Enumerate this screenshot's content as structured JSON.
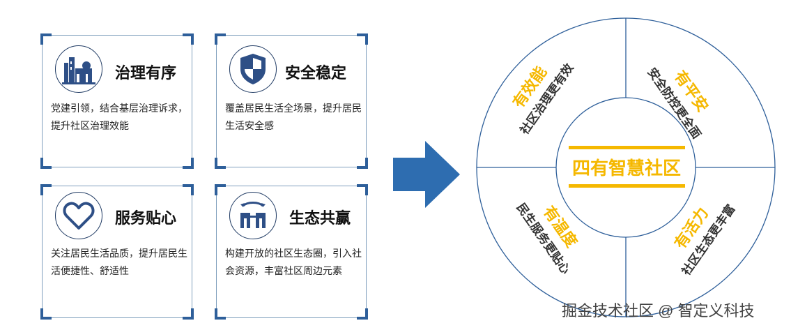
{
  "cards": [
    {
      "title": "治理有序",
      "desc": "党建引领，结合基层治理诉求，提升社区治理效能",
      "icon": "buildings-icon"
    },
    {
      "title": "安全稳定",
      "desc": "覆盖居民生活全场景，提升居民生活安全感",
      "icon": "shield-icon"
    },
    {
      "title": "服务贴心",
      "desc": "关注居民生活品质，提升居民生活便捷性、舒适性",
      "icon": "heart-icon"
    },
    {
      "title": "生态共赢",
      "desc": "构建开放的社区生态圈，引入社会资源，丰富社区周边元素",
      "icon": "ecosystem-icon"
    }
  ],
  "center": {
    "title": "四有智慧社区"
  },
  "segments": {
    "tl": {
      "head": "有效能",
      "sub": "社区治理更有效"
    },
    "tr": {
      "head": "有平安",
      "sub": "安全防控更全面"
    },
    "bl": {
      "head": "有温度",
      "sub": "民生服务更贴心"
    },
    "br": {
      "head": "有活力",
      "sub": "社区生态更丰富"
    }
  },
  "watermark": "掘金技术社区 @ 智定义科技",
  "colors": {
    "accent": "#f5b800",
    "primary": "#2e6db0",
    "dark": "#1f3a63"
  }
}
